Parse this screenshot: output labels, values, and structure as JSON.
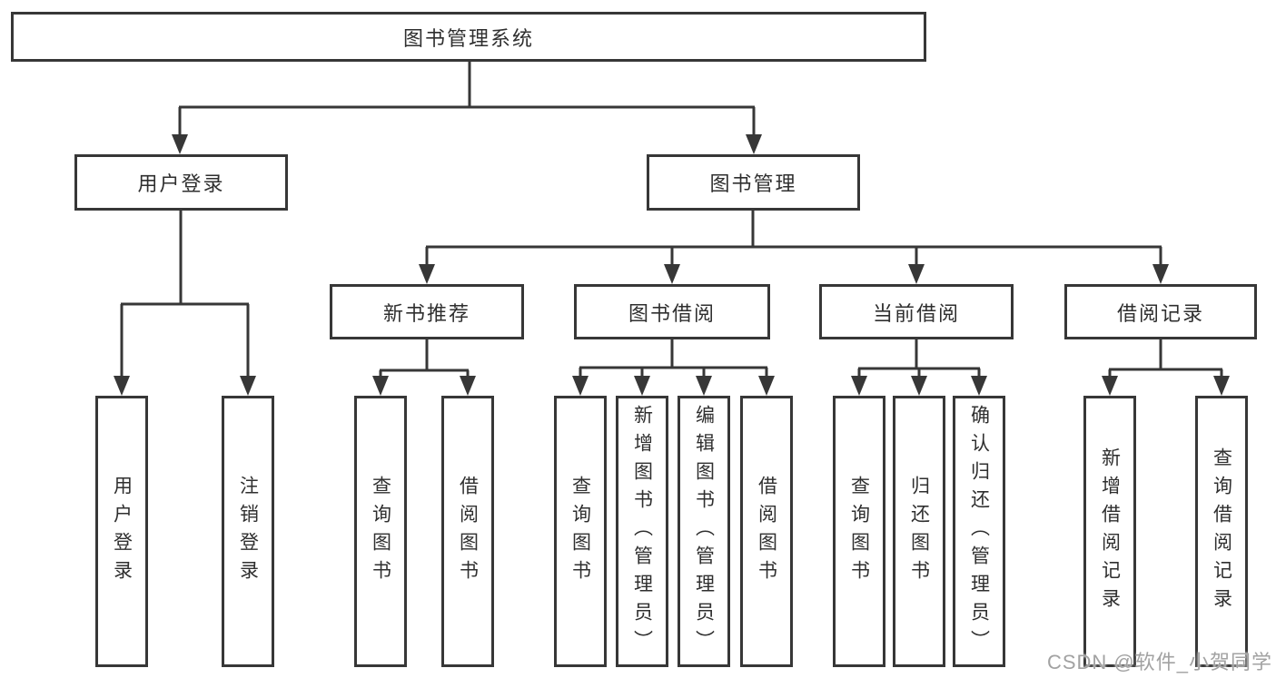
{
  "tree": {
    "root": {
      "label": "图书管理系统"
    },
    "branches": [
      {
        "label": "用户登录",
        "leaves": [
          {
            "label": "用户登录"
          },
          {
            "label": "注销登录"
          }
        ]
      },
      {
        "label": "图书管理",
        "groups": [
          {
            "label": "新书推荐",
            "leaves": [
              {
                "label": "查询图书"
              },
              {
                "label": "借阅图书"
              }
            ]
          },
          {
            "label": "图书借阅",
            "leaves": [
              {
                "label": "查询图书"
              },
              {
                "label": "新增图书（管理员）"
              },
              {
                "label": "编辑图书（管理员）"
              },
              {
                "label": "借阅图书"
              }
            ]
          },
          {
            "label": "当前借阅",
            "leaves": [
              {
                "label": "查询图书"
              },
              {
                "label": "归还图书"
              },
              {
                "label": "确认归还（管理员）"
              }
            ]
          },
          {
            "label": "借阅记录",
            "leaves": [
              {
                "label": "新增借阅记录"
              },
              {
                "label": "查询借阅记录"
              }
            ]
          }
        ]
      }
    ]
  },
  "watermark": {
    "text": "CSDN @软件_小贺同学"
  },
  "colors": {
    "line": "#373737",
    "text": "#2f2f2f",
    "box_background": "#ffffff",
    "watermark": "#a2a2a2"
  }
}
